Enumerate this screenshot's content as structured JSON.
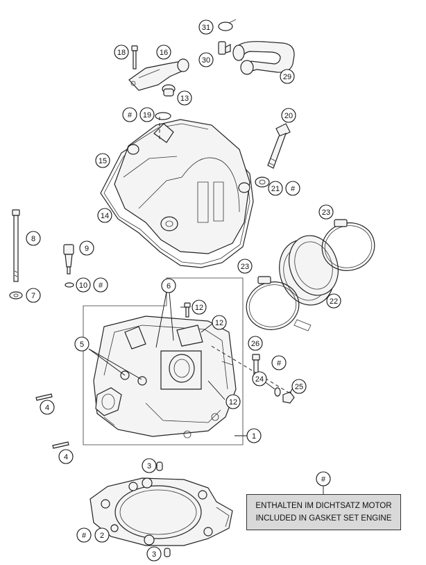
{
  "callouts": {
    "c1": "1",
    "c2": "2",
    "c3a": "3",
    "c3b": "3",
    "c4a": "4",
    "c4b": "4",
    "c5": "5",
    "c6": "6",
    "c7": "7",
    "c8": "8",
    "c9": "9",
    "c10": "10",
    "c12a": "12",
    "c12b": "12",
    "c12c": "12",
    "c13": "13",
    "c14": "14",
    "c15": "15",
    "c16": "16",
    "c18": "18",
    "c19": "19",
    "c20": "20",
    "c21": "21",
    "c22": "22",
    "c23a": "23",
    "c23b": "23",
    "c24": "24",
    "c25": "25",
    "c26": "26",
    "c29": "29",
    "c30": "30",
    "c31": "31",
    "h_top": "#",
    "h_10": "#",
    "h_21": "#",
    "h_24": "#",
    "h_2": "#",
    "h_legend": "#"
  },
  "legend": {
    "line1": "ENTHALTEN IM DICHTSATZ MOTOR",
    "line2": "INCLUDED IN GASKET SET ENGINE"
  }
}
